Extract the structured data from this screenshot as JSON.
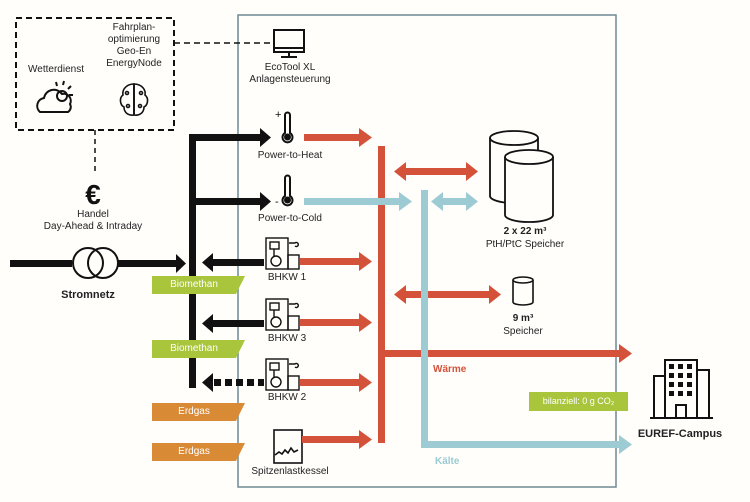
{
  "colors": {
    "heat": "#d4523a",
    "cold": "#9ccbd3",
    "power": "#111111",
    "biomethan": "#a9c53c",
    "erdgas": "#d98a35",
    "frame": "#6f8a93"
  },
  "external": {
    "wetterdienst": "Wetterdienst",
    "fahrplan": [
      "Fahrplan-",
      "optimierung",
      "Geo-En",
      "EnergyNode"
    ],
    "handel": [
      "Handel",
      "Day-Ahead & Intraday"
    ],
    "stromnetz": "Stromnetz"
  },
  "control": [
    "EcoTool XL",
    "Anlagensteuerung"
  ],
  "units": {
    "pth": "Power-to-Heat",
    "ptc": "Power-to-Cold",
    "bhkw1": "BHKW 1",
    "bhkw3": "BHKW 3",
    "bhkw2": "BHKW 2",
    "boiler": "Spitzenlastkessel"
  },
  "fuels": [
    "Biomethan",
    "Biomethan",
    "Erdgas",
    "Erdgas"
  ],
  "storage": {
    "big_size": "2 x 22 m³",
    "big_label": "PtH/PtC Speicher",
    "small_size": "9 m³",
    "small_label": "Speicher"
  },
  "flows": {
    "heat": "Wärme",
    "cold": "Kälte"
  },
  "campus": {
    "label": "EUREF-Campus",
    "badge": "bilanziell: 0 g CO₂"
  }
}
